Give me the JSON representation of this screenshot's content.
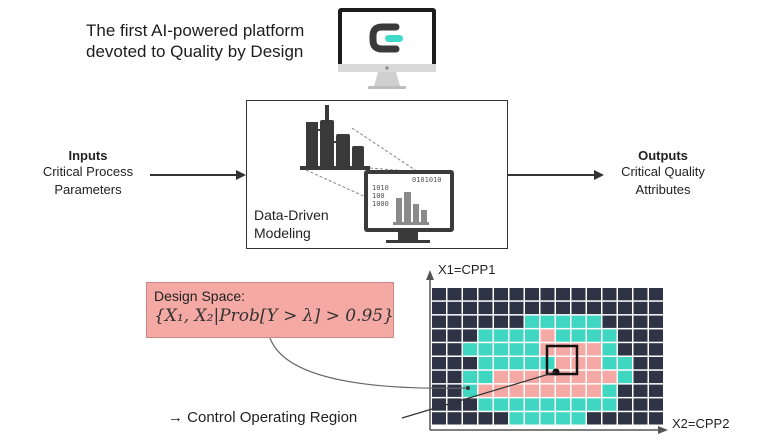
{
  "tagline": [
    "The first AI-powered platform",
    "devoted to Quality by Design"
  ],
  "inputs": {
    "title": "Inputs",
    "lines": [
      "Critical Process",
      "Parameters"
    ]
  },
  "outputs": {
    "title": "Outputs",
    "lines": [
      "Critical Quality",
      "Attributes"
    ]
  },
  "model": {
    "lines": [
      "Data-Driven",
      "Modeling"
    ],
    "screen_bits": [
      "0101010",
      "1010",
      "100",
      "1000"
    ]
  },
  "design_space": {
    "title": "Design Space:",
    "formula": "{X₁, X₂|Prob[Y > λ] > 0.95}"
  },
  "control_region": "→ Control Operating Region",
  "grid": {
    "y_label": "X1=CPP1",
    "x_label": "X2=CPP2"
  },
  "colors": {
    "dark_cell": "#2e3346",
    "teal_cell": "#3fd6c2",
    "pink_cell": "#f4a9a4",
    "design_box": "#f4a9a4",
    "logo_teal": "#3ddbc8"
  },
  "icons": [
    "monitor-icon",
    "factory-icon",
    "computer-icon",
    "arrow-icon"
  ]
}
